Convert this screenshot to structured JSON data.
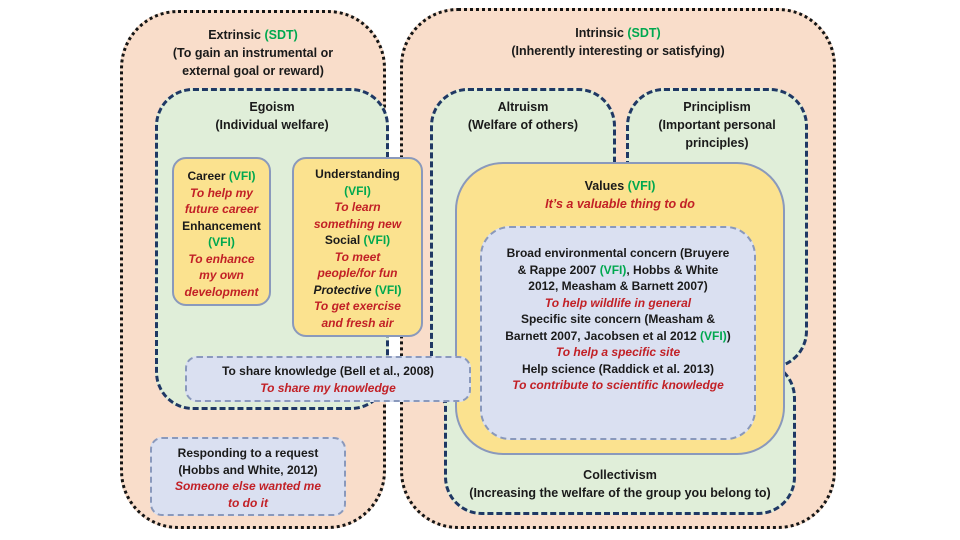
{
  "palette": {
    "peach_bg": "#F9DDCA",
    "green_bg": "#E0EED9",
    "yellow_bg": "#FBE28F",
    "blue_bg": "#DAE0F1",
    "navy_border": "#1F3864",
    "slate_border": "#8A99BC",
    "green_text": "#00A84F",
    "red_text": "#C22026"
  },
  "extrinsic": {
    "title": [
      [
        {
          "t": "Extrinsic ",
          "c": "k"
        },
        {
          "t": "(SDT)",
          "c": "g"
        }
      ],
      [
        {
          "t": "(To gain an instrumental or",
          "c": "k"
        }
      ],
      [
        {
          "t": "external goal or reward)",
          "c": "k"
        }
      ]
    ],
    "egoism": {
      "title": [
        [
          {
            "t": "Egoism",
            "c": "k"
          }
        ],
        [
          {
            "t": "(Individual welfare)",
            "c": "k"
          }
        ]
      ]
    },
    "career": {
      "lines": [
        [
          {
            "t": "Career ",
            "c": "k"
          },
          {
            "t": "(VFI)",
            "c": "g"
          }
        ],
        [
          {
            "t": "To help my",
            "c": "r"
          }
        ],
        [
          {
            "t": "future career",
            "c": "r"
          }
        ],
        [
          {
            "t": "Enhancement",
            "c": "k"
          }
        ],
        [
          {
            "t": "(VFI)",
            "c": "g"
          }
        ],
        [
          {
            "t": "To enhance",
            "c": "r"
          }
        ],
        [
          {
            "t": "my own",
            "c": "r"
          }
        ],
        [
          {
            "t": "development",
            "c": "r"
          }
        ]
      ]
    },
    "understanding": {
      "lines": [
        [
          {
            "t": "Understanding",
            "c": "k"
          }
        ],
        [
          {
            "t": "(VFI)",
            "c": "g"
          }
        ],
        [
          {
            "t": "To learn",
            "c": "r"
          }
        ],
        [
          {
            "t": "something new",
            "c": "r"
          }
        ],
        [
          {
            "t": "Social ",
            "c": "k"
          },
          {
            "t": "(VFI)",
            "c": "g"
          }
        ],
        [
          {
            "t": "To meet",
            "c": "r"
          }
        ],
        [
          {
            "t": "people/for fun",
            "c": "r"
          }
        ],
        [
          {
            "t": "Protective ",
            "c": "ki"
          },
          {
            "t": "(VFI)",
            "c": "g"
          }
        ],
        [
          {
            "t": "To get exercise",
            "c": "r"
          }
        ],
        [
          {
            "t": "and fresh air",
            "c": "r"
          }
        ]
      ]
    },
    "share": {
      "lines": [
        [
          {
            "t": "To share knowledge (Bell et al., 2008)",
            "c": "k"
          }
        ],
        [
          {
            "t": "To share my knowledge",
            "c": "r"
          }
        ]
      ]
    },
    "responding": {
      "lines": [
        [
          {
            "t": "Responding to a request",
            "c": "k"
          }
        ],
        [
          {
            "t": "(Hobbs and White, 2012)",
            "c": "k"
          }
        ],
        [
          {
            "t": "Someone else wanted me",
            "c": "r"
          }
        ],
        [
          {
            "t": "to do it",
            "c": "r"
          }
        ]
      ]
    }
  },
  "intrinsic": {
    "title": [
      [
        {
          "t": "Intrinsic ",
          "c": "k"
        },
        {
          "t": "(SDT)",
          "c": "g"
        }
      ],
      [
        {
          "t": "(Inherently interesting or satisfying)",
          "c": "k"
        }
      ]
    ],
    "altruism": {
      "title": [
        [
          {
            "t": "Altruism",
            "c": "k"
          }
        ],
        [
          {
            "t": "(Welfare of others)",
            "c": "k"
          }
        ]
      ]
    },
    "principlism": {
      "title": [
        [
          {
            "t": "Principlism",
            "c": "k"
          }
        ],
        [
          {
            "t": "(Important personal",
            "c": "k"
          }
        ],
        [
          {
            "t": "principles)",
            "c": "k"
          }
        ]
      ]
    },
    "collectivism": {
      "title": [
        [
          {
            "t": "Collectivism",
            "c": "k"
          }
        ],
        [
          {
            "t": "(Increasing the welfare of the group you belong to)",
            "c": "k"
          }
        ]
      ]
    },
    "values": {
      "title": [
        [
          {
            "t": "Values ",
            "c": "k"
          },
          {
            "t": "(VFI)",
            "c": "g"
          }
        ],
        [
          {
            "t": "It’s a valuable thing to do",
            "c": "r"
          }
        ]
      ]
    },
    "concern": {
      "lines": [
        [
          {
            "t": "Broad environmental concern (Bruyere",
            "c": "k"
          }
        ],
        [
          {
            "t": "& Rappe 2007 ",
            "c": "k"
          },
          {
            "t": "(VFI)",
            "c": "g"
          },
          {
            "t": ", Hobbs & White",
            "c": "k"
          }
        ],
        [
          {
            "t": "2012, Measham & Barnett 2007)",
            "c": "k"
          }
        ],
        [
          {
            "t": "To help wildlife in general",
            "c": "r"
          }
        ],
        [
          {
            "t": "Specific site concern (Measham &",
            "c": "k"
          }
        ],
        [
          {
            "t": "Barnett 2007, Jacobsen et al 2012 ",
            "c": "k"
          },
          {
            "t": "(VFI)",
            "c": "g"
          },
          {
            "t": ")",
            "c": "k"
          }
        ],
        [
          {
            "t": "To help a specific site",
            "c": "r"
          }
        ],
        [
          {
            "t": "Help science (Raddick et al. 2013)",
            "c": "k"
          }
        ],
        [
          {
            "t": "To contribute to scientific knowledge",
            "c": "r"
          }
        ]
      ]
    }
  }
}
